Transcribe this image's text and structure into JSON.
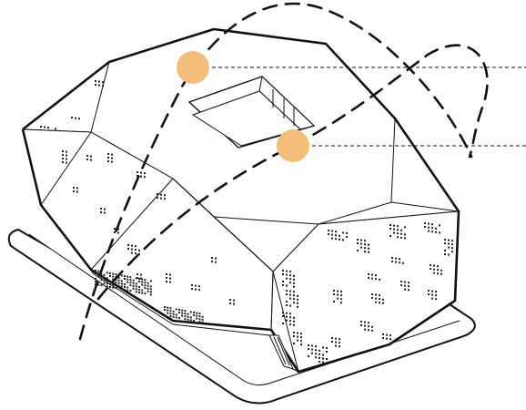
{
  "diagram": {
    "subject": "axonometric-faceted-building",
    "colors": {
      "background": "#ffffff",
      "line": "#111111",
      "marker": "#f3be7a",
      "perforation": "#222222"
    },
    "markers": [
      {
        "id": "upper-marker",
        "icon": "filled-circle"
      },
      {
        "id": "lower-marker",
        "icon": "filled-circle"
      }
    ],
    "paths": [
      {
        "id": "primary-path",
        "style": "long-dash"
      },
      {
        "id": "secondary-path",
        "style": "long-dash"
      }
    ],
    "leader_lines": [
      {
        "id": "upper-leader",
        "style": "short-dash"
      },
      {
        "id": "lower-leader",
        "style": "short-dash"
      }
    ]
  }
}
